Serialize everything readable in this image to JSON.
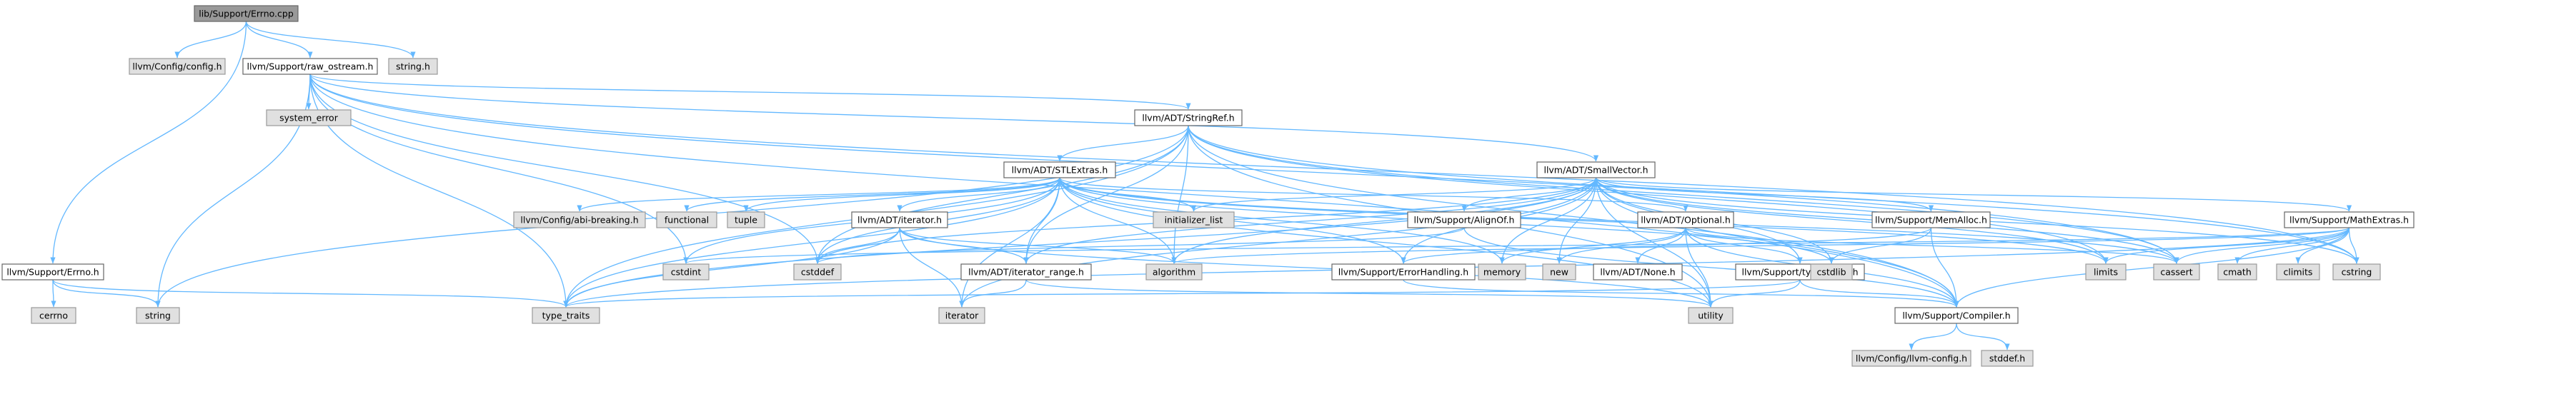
{
  "colors": {
    "root_fill": "#999999",
    "root_stroke": "#666666",
    "file_fill": "#ffffff",
    "file_stroke": "#666666",
    "system_fill": "#e0e0e0",
    "system_stroke": "#999999",
    "edge": "#63b8ff"
  },
  "graph": {
    "nodes": [
      {
        "id": "errno_cpp",
        "label": "lib/Support/Errno.cpp",
        "kind": "root"
      },
      {
        "id": "config_h",
        "label": "llvm/Config/config.h",
        "kind": "system"
      },
      {
        "id": "raw_ostream",
        "label": "llvm/Support/raw_ostream.h",
        "kind": "file"
      },
      {
        "id": "string_h",
        "label": "string.h",
        "kind": "system"
      },
      {
        "id": "system_error",
        "label": "system_error",
        "kind": "system"
      },
      {
        "id": "stringref",
        "label": "llvm/ADT/StringRef.h",
        "kind": "file"
      },
      {
        "id": "smallvector",
        "label": "llvm/ADT/SmallVector.h",
        "kind": "file"
      },
      {
        "id": "stlextras",
        "label": "llvm/ADT/STLExtras.h",
        "kind": "file"
      },
      {
        "id": "abi_breaking",
        "label": "llvm/Config/abi-breaking.h",
        "kind": "system"
      },
      {
        "id": "functional",
        "label": "functional",
        "kind": "system"
      },
      {
        "id": "tuple",
        "label": "tuple",
        "kind": "system"
      },
      {
        "id": "iterator_h",
        "label": "llvm/ADT/iterator.h",
        "kind": "file"
      },
      {
        "id": "initializer_list",
        "label": "initializer_list",
        "kind": "system"
      },
      {
        "id": "alignof",
        "label": "llvm/Support/AlignOf.h",
        "kind": "file"
      },
      {
        "id": "optional",
        "label": "llvm/ADT/Optional.h",
        "kind": "file"
      },
      {
        "id": "memalloc",
        "label": "llvm/Support/MemAlloc.h",
        "kind": "file"
      },
      {
        "id": "mathextras",
        "label": "llvm/Support/MathExtras.h",
        "kind": "file"
      },
      {
        "id": "errno_h",
        "label": "llvm/Support/Errno.h",
        "kind": "file"
      },
      {
        "id": "cerrno",
        "label": "cerrno",
        "kind": "system"
      },
      {
        "id": "string",
        "label": "string",
        "kind": "system"
      },
      {
        "id": "type_traits",
        "label": "type_traits",
        "kind": "system"
      },
      {
        "id": "cstdint",
        "label": "cstdint",
        "kind": "system"
      },
      {
        "id": "cstddef",
        "label": "cstddef",
        "kind": "system"
      },
      {
        "id": "iterator_range",
        "label": "llvm/ADT/iterator_range.h",
        "kind": "file"
      },
      {
        "id": "iterator",
        "label": "iterator",
        "kind": "system"
      },
      {
        "id": "algorithm",
        "label": "algorithm",
        "kind": "system"
      },
      {
        "id": "errorhandling",
        "label": "llvm/Support/ErrorHandling.h",
        "kind": "file"
      },
      {
        "id": "memory",
        "label": "memory",
        "kind": "system"
      },
      {
        "id": "new",
        "label": "new",
        "kind": "system"
      },
      {
        "id": "none_h",
        "label": "llvm/ADT/None.h",
        "kind": "file"
      },
      {
        "id": "support_type_traits",
        "label": "llvm/Support/type_traits.h",
        "kind": "file"
      },
      {
        "id": "cstdlib",
        "label": "cstdlib",
        "kind": "system"
      },
      {
        "id": "limits",
        "label": "limits",
        "kind": "system"
      },
      {
        "id": "cassert",
        "label": "cassert",
        "kind": "system"
      },
      {
        "id": "cmath",
        "label": "cmath",
        "kind": "system"
      },
      {
        "id": "climits",
        "label": "climits",
        "kind": "system"
      },
      {
        "id": "cstring",
        "label": "cstring",
        "kind": "system"
      },
      {
        "id": "utility",
        "label": "utility",
        "kind": "system"
      },
      {
        "id": "compiler_h",
        "label": "llvm/Support/Compiler.h",
        "kind": "file"
      },
      {
        "id": "llvm_config",
        "label": "llvm/Config/llvm-config.h",
        "kind": "system"
      },
      {
        "id": "stddef_h",
        "label": "stddef.h",
        "kind": "system"
      }
    ],
    "edges": [
      [
        "errno_cpp",
        "config_h"
      ],
      [
        "errno_cpp",
        "raw_ostream"
      ],
      [
        "errno_cpp",
        "string_h"
      ],
      [
        "errno_cpp",
        "errno_h"
      ],
      [
        "raw_ostream",
        "system_error"
      ],
      [
        "raw_ostream",
        "stringref"
      ],
      [
        "raw_ostream",
        "smallvector"
      ],
      [
        "raw_ostream",
        "string"
      ],
      [
        "raw_ostream",
        "type_traits"
      ],
      [
        "raw_ostream",
        "cstdint"
      ],
      [
        "raw_ostream",
        "cstddef"
      ],
      [
        "raw_ostream",
        "cassert"
      ],
      [
        "raw_ostream",
        "cstring"
      ],
      [
        "raw_ostream",
        "compiler_h"
      ],
      [
        "stringref",
        "stlextras"
      ],
      [
        "stringref",
        "iterator_range"
      ],
      [
        "stringref",
        "compiler_h"
      ],
      [
        "stringref",
        "algorithm"
      ],
      [
        "stringref",
        "cassert"
      ],
      [
        "stringref",
        "cstddef"
      ],
      [
        "stringref",
        "cstring"
      ],
      [
        "stringref",
        "limits"
      ],
      [
        "stringref",
        "string"
      ],
      [
        "stringref",
        "type_traits"
      ],
      [
        "stringref",
        "utility"
      ],
      [
        "smallvector",
        "iterator_range"
      ],
      [
        "smallvector",
        "alignof"
      ],
      [
        "smallvector",
        "compiler_h"
      ],
      [
        "smallvector",
        "errorhandling"
      ],
      [
        "smallvector",
        "mathextras"
      ],
      [
        "smallvector",
        "memalloc"
      ],
      [
        "smallvector",
        "support_type_traits"
      ],
      [
        "smallvector",
        "algorithm"
      ],
      [
        "smallvector",
        "cassert"
      ],
      [
        "smallvector",
        "cstddef"
      ],
      [
        "smallvector",
        "cstdlib"
      ],
      [
        "smallvector",
        "cstring"
      ],
      [
        "smallvector",
        "initializer_list"
      ],
      [
        "smallvector",
        "iterator"
      ],
      [
        "smallvector",
        "limits"
      ],
      [
        "smallvector",
        "memory"
      ],
      [
        "smallvector",
        "new"
      ],
      [
        "smallvector",
        "type_traits"
      ],
      [
        "smallvector",
        "utility"
      ],
      [
        "stlextras",
        "optional"
      ],
      [
        "stlextras",
        "iterator_h"
      ],
      [
        "stlextras",
        "iterator_range"
      ],
      [
        "stlextras",
        "abi_breaking"
      ],
      [
        "stlextras",
        "errorhandling"
      ],
      [
        "stlextras",
        "algorithm"
      ],
      [
        "stlextras",
        "cassert"
      ],
      [
        "stlextras",
        "cstddef"
      ],
      [
        "stlextras",
        "cstdint"
      ],
      [
        "stlextras",
        "cstdlib"
      ],
      [
        "stlextras",
        "functional"
      ],
      [
        "stlextras",
        "initializer_list"
      ],
      [
        "stlextras",
        "iterator"
      ],
      [
        "stlextras",
        "limits"
      ],
      [
        "stlextras",
        "memory"
      ],
      [
        "stlextras",
        "tuple"
      ],
      [
        "stlextras",
        "type_traits"
      ],
      [
        "stlextras",
        "utility"
      ],
      [
        "iterator_h",
        "iterator_range"
      ],
      [
        "iterator_h",
        "algorithm"
      ],
      [
        "iterator_h",
        "cstddef"
      ],
      [
        "iterator_h",
        "iterator"
      ],
      [
        "iterator_h",
        "type_traits"
      ],
      [
        "iterator_h",
        "utility"
      ],
      [
        "iterator_range",
        "iterator"
      ],
      [
        "iterator_range",
        "utility"
      ],
      [
        "alignof",
        "compiler_h"
      ],
      [
        "alignof",
        "cstddef"
      ],
      [
        "optional",
        "none_h"
      ],
      [
        "optional",
        "compiler_h"
      ],
      [
        "optional",
        "support_type_traits"
      ],
      [
        "optional",
        "cassert"
      ],
      [
        "optional",
        "memory"
      ],
      [
        "optional",
        "new"
      ],
      [
        "optional",
        "utility"
      ],
      [
        "memalloc",
        "compiler_h"
      ],
      [
        "memalloc",
        "errorhandling"
      ],
      [
        "memalloc",
        "cstdlib"
      ],
      [
        "mathextras",
        "compiler_h"
      ],
      [
        "mathextras",
        "algorithm"
      ],
      [
        "mathextras",
        "cassert"
      ],
      [
        "mathextras",
        "climits"
      ],
      [
        "mathextras",
        "cmath"
      ],
      [
        "mathextras",
        "cstdint"
      ],
      [
        "mathextras",
        "cstring"
      ],
      [
        "mathextras",
        "limits"
      ],
      [
        "mathextras",
        "type_traits"
      ],
      [
        "errorhandling",
        "compiler_h"
      ],
      [
        "support_type_traits",
        "compiler_h"
      ],
      [
        "support_type_traits",
        "type_traits"
      ],
      [
        "support_type_traits",
        "utility"
      ],
      [
        "compiler_h",
        "llvm_config"
      ],
      [
        "compiler_h",
        "stddef_h"
      ],
      [
        "errno_h",
        "cerrno"
      ],
      [
        "errno_h",
        "string"
      ],
      [
        "errno_h",
        "type_traits"
      ]
    ]
  }
}
